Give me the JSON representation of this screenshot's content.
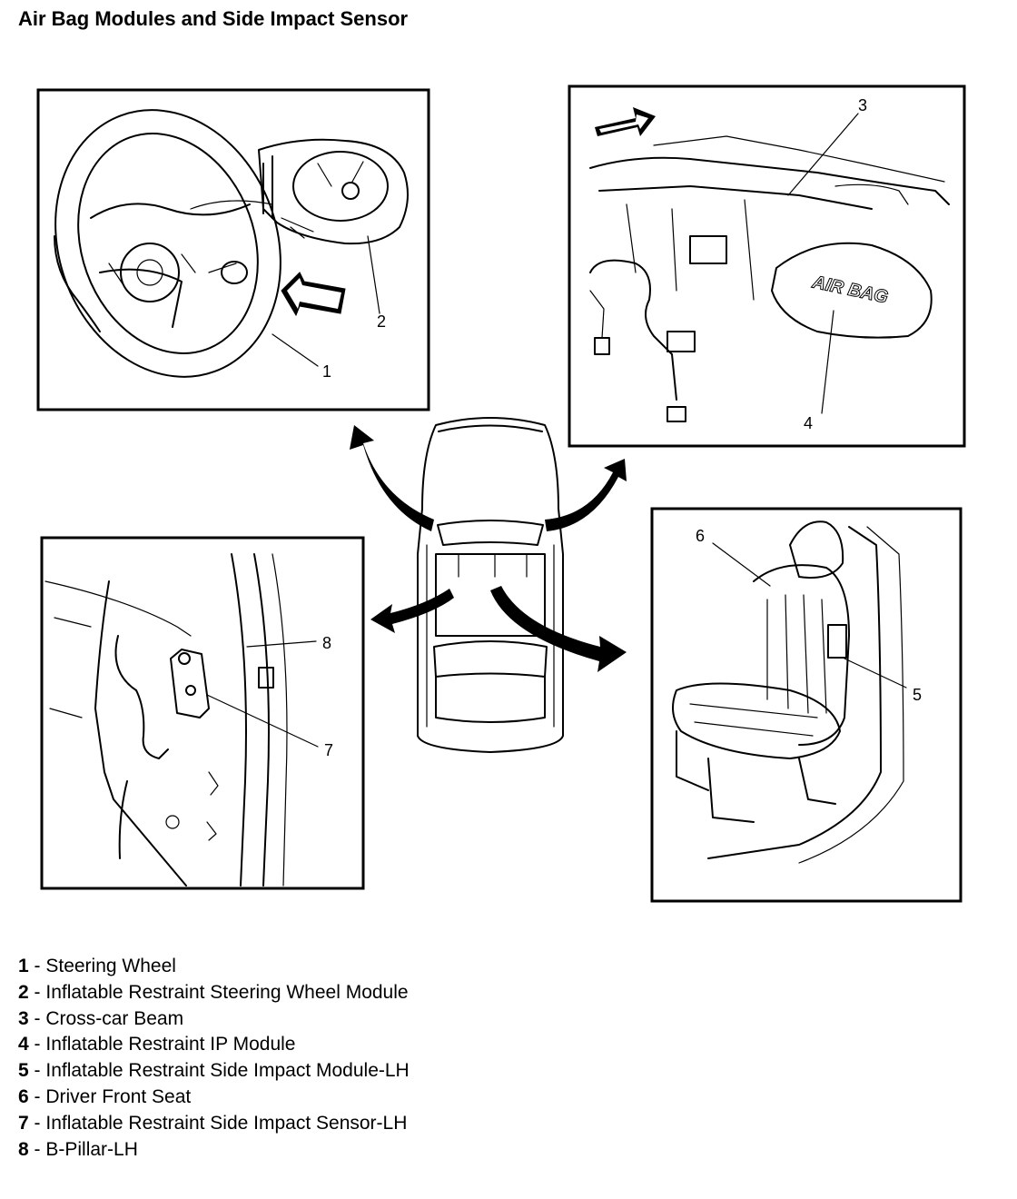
{
  "title": "Air Bag Modules and Side Impact Sensor",
  "callouts": [
    "1",
    "2",
    "3",
    "4",
    "5",
    "6",
    "7",
    "8"
  ],
  "legend": [
    {
      "num": "1",
      "label": "Steering Wheel"
    },
    {
      "num": "2",
      "label": "Inflatable Restraint Steering Wheel Module"
    },
    {
      "num": "3",
      "label": "Cross-car Beam"
    },
    {
      "num": "4",
      "label": "Inflatable Restraint IP Module"
    },
    {
      "num": "5",
      "label": "Inflatable Restraint Side Impact Module-LH"
    },
    {
      "num": "6",
      "label": "Driver Front Seat"
    },
    {
      "num": "7",
      "label": "Inflatable Restraint Side Impact Sensor-LH"
    },
    {
      "num": "8",
      "label": "B-Pillar-LH"
    }
  ],
  "ip_module_cover_text": "AIR BAG"
}
